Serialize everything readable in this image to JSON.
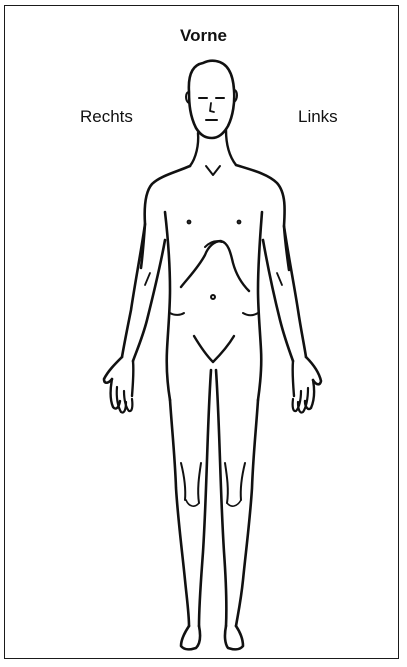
{
  "diagram": {
    "title": "Vorne",
    "right_side_label": "Rechts",
    "left_side_label": "Links"
  },
  "colors": {
    "line": "#111111",
    "background": "#ffffff"
  }
}
